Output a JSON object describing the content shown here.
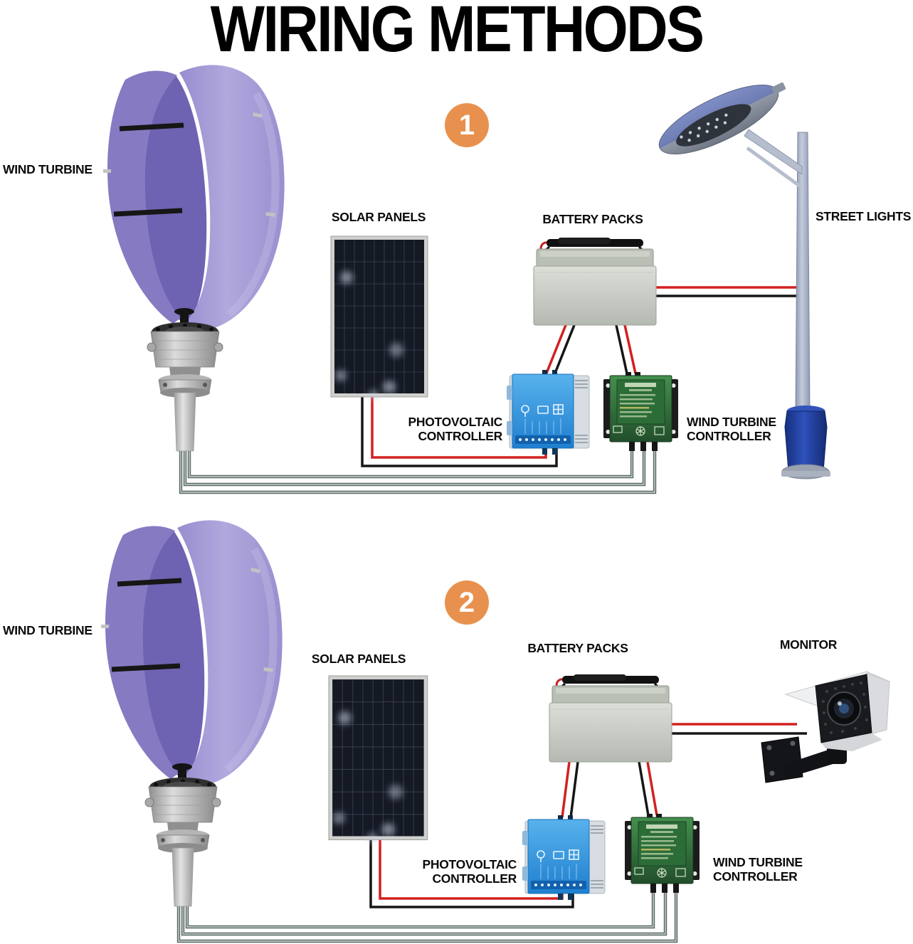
{
  "title": "WIRING METHODS",
  "colors": {
    "badge_orange": "#E8914E",
    "wire_red": "#D32020",
    "wire_black": "#161616",
    "wire_gray": "#5A6A66",
    "label_black": "#0B0B0B",
    "turbine_purple": "#A89FD8",
    "turbine_purple_dark": "#7F73BB",
    "solar_panel_dark": "#151924",
    "battery_gray": "#C9CEC6",
    "controller_blue": "#2F95DD",
    "controller_green": "#2F6F3C",
    "street_light_base_blue": "#1E3F9E"
  },
  "sections": [
    {
      "number": "1",
      "labels": {
        "wind_turbine": "WIND TURBINE",
        "solar_panels": "SOLAR PANELS",
        "battery_packs": "BATTERY PACKS",
        "photovoltaic_controller": "PHOTOVOLTAIC CONTROLLER",
        "wind_turbine_controller": "WIND TURBINE CONTROLLER",
        "load_device": "STREET LIGHTS"
      }
    },
    {
      "number": "2",
      "labels": {
        "wind_turbine": "WIND TURBINE",
        "solar_panels": "SOLAR PANELS",
        "battery_packs": "BATTERY PACKS",
        "photovoltaic_controller": "PHOTOVOLTAIC CONTROLLER",
        "wind_turbine_controller": "WIND TURBINE CONTROLLER",
        "load_device": "MONITOR"
      }
    }
  ]
}
